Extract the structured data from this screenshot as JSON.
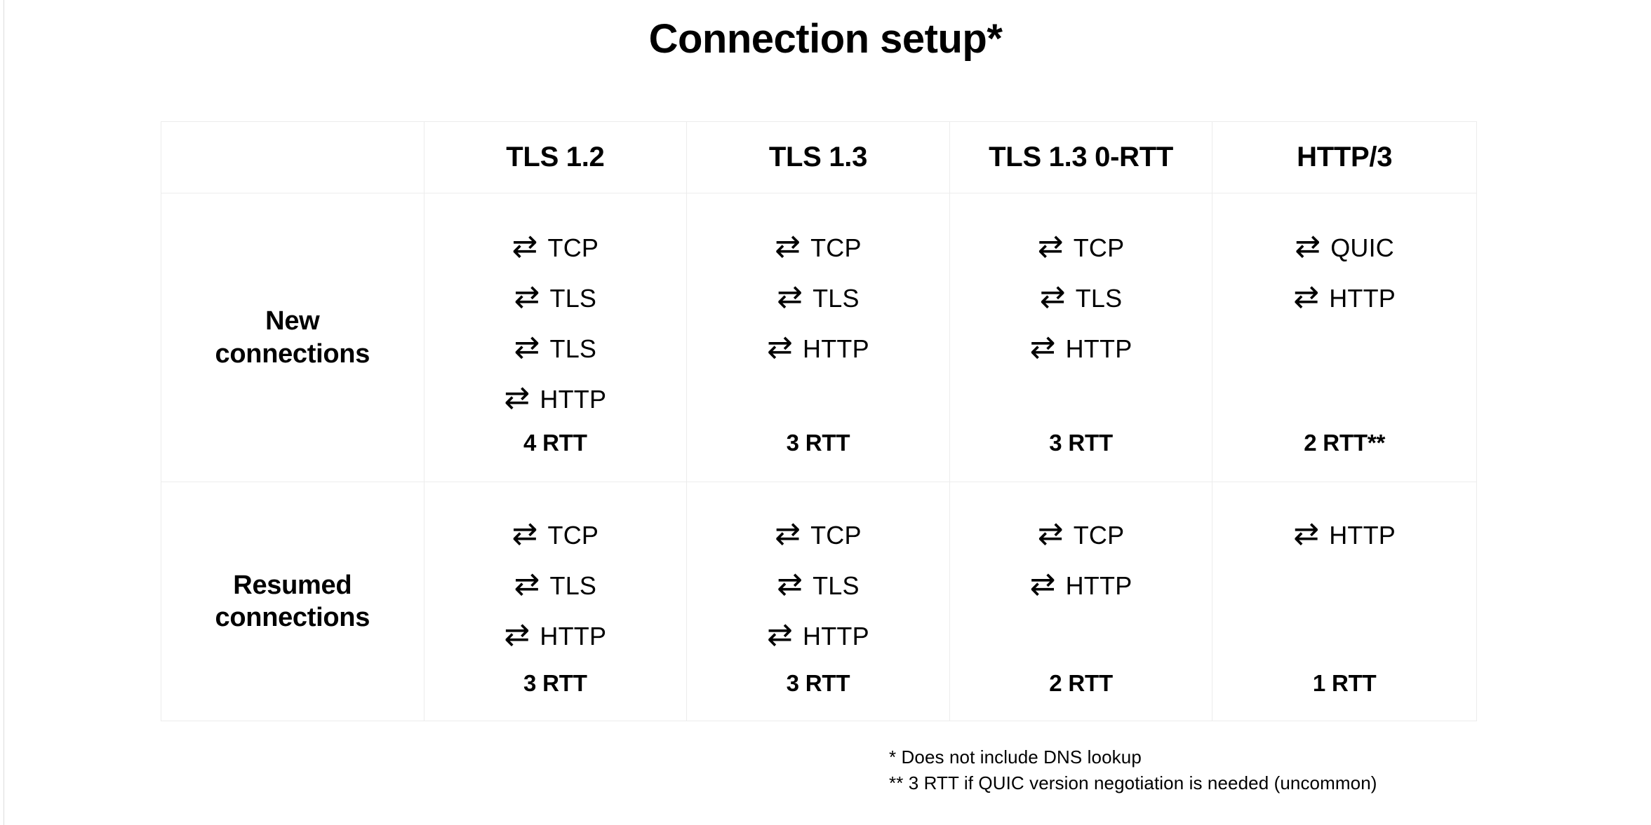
{
  "title": "Connection setup*",
  "icons": {
    "exchange_arrow": "⇄"
  },
  "table": {
    "columns": [
      "",
      "TLS 1.2",
      "TLS 1.3",
      "TLS 1.3 0-RTT",
      "HTTP/3"
    ],
    "rows": [
      {
        "label": "New\nconnections",
        "label_line1": "New",
        "label_line2": "connections",
        "cells": [
          {
            "steps": [
              "TCP",
              "TLS",
              "TLS",
              "HTTP"
            ],
            "rtt": "4 RTT"
          },
          {
            "steps": [
              "TCP",
              "TLS",
              "HTTP"
            ],
            "rtt": "3 RTT"
          },
          {
            "steps": [
              "TCP",
              "TLS",
              "HTTP"
            ],
            "rtt": "3 RTT"
          },
          {
            "steps": [
              "QUIC",
              "HTTP"
            ],
            "rtt": "2 RTT**"
          }
        ]
      },
      {
        "label": "Resumed\nconnections",
        "label_line1": "Resumed",
        "label_line2": "connections",
        "cells": [
          {
            "steps": [
              "TCP",
              "TLS",
              "HTTP"
            ],
            "rtt": "3 RTT"
          },
          {
            "steps": [
              "TCP",
              "TLS",
              "HTTP"
            ],
            "rtt": "3 RTT"
          },
          {
            "steps": [
              "TCP",
              "HTTP"
            ],
            "rtt": "2 RTT"
          },
          {
            "steps": [
              "HTTP"
            ],
            "rtt": "1 RTT"
          }
        ]
      }
    ]
  },
  "footnotes": [
    "* Does not include DNS lookup",
    "** 3 RTT if QUIC version negotiation is needed (uncommon)"
  ],
  "colors": {
    "background": "#ffffff",
    "text": "#000000",
    "border": "#ececec"
  }
}
